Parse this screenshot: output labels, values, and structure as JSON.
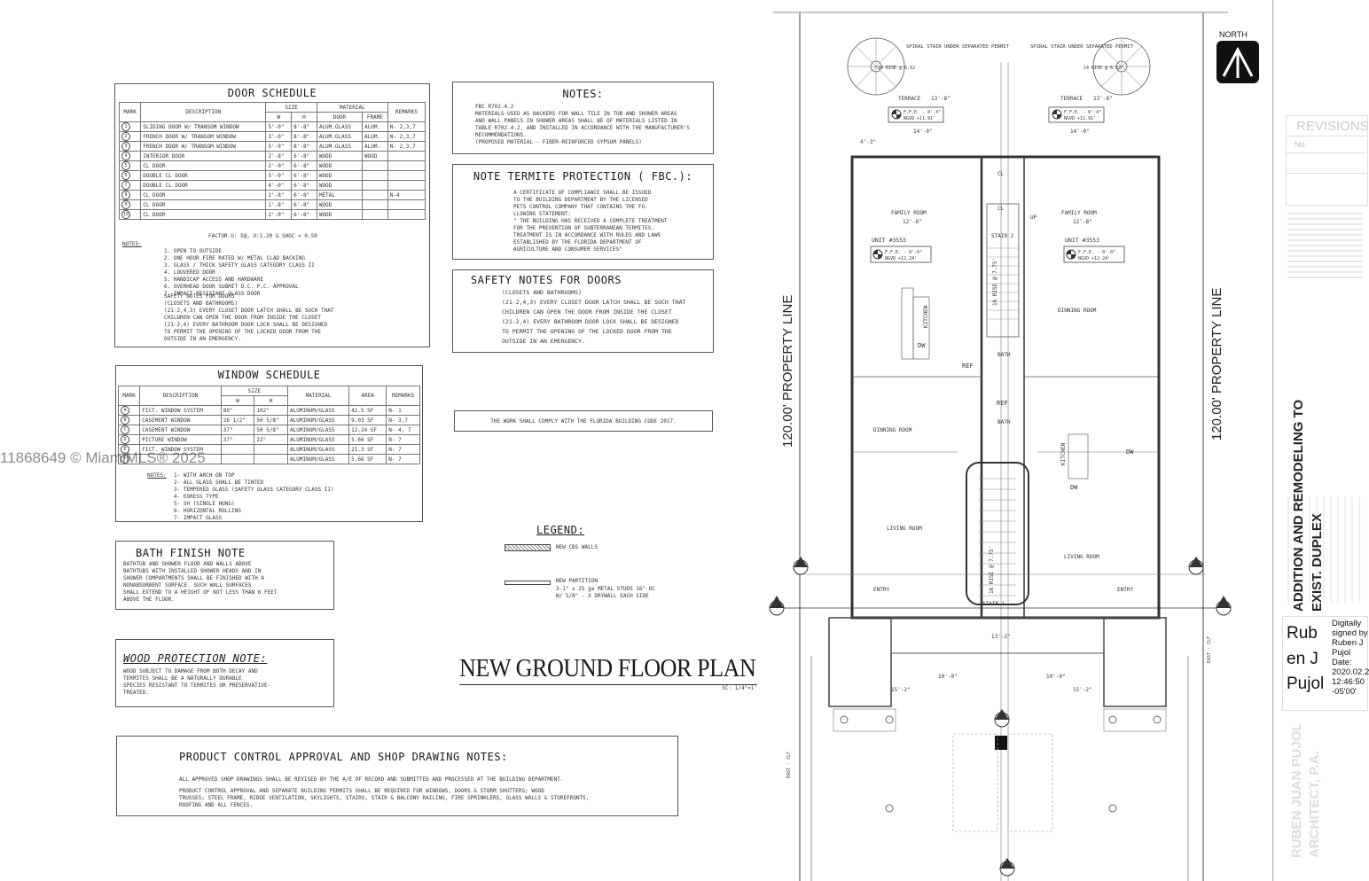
{
  "door_schedule": {
    "title": "DOOR SCHEDULE",
    "headers": {
      "mark": "MARK",
      "description": "DESCRIPTION",
      "size": "SIZE",
      "w": "W",
      "h": "H",
      "material": "MATERIAL",
      "door": "DOOR",
      "frame": "FRAME",
      "remarks": "REMARKS"
    },
    "rows": [
      {
        "mark": "1",
        "description": "SLIDING DOOR W/ TRANSOM WINDOW",
        "w": "5'-0\"",
        "h": "8'-8\"",
        "door": "ALUM.GLASS",
        "frame": "ALUM.",
        "remarks": "N- 2,3,7"
      },
      {
        "mark": "2",
        "description": "FRENCH DOOR W/ TRANSOM WINDOW",
        "w": "3'-0\"",
        "h": "8'-8\"",
        "door": "ALUM.GLASS",
        "frame": "ALUM.",
        "remarks": "N- 2,3,7"
      },
      {
        "mark": "3",
        "description": "FRENCH DOOR W/ TRANSOM WINDOW",
        "w": "5'-0\"",
        "h": "8'-8\"",
        "door": "ALUM.GLASS",
        "frame": "ALUM.",
        "remarks": "N- 2,3,7"
      },
      {
        "mark": "4",
        "description": "INTERIOR DOOR",
        "w": "2'-8\"",
        "h": "6'-8\"",
        "door": "WOOD",
        "frame": "WOOD",
        "remarks": ""
      },
      {
        "mark": "5",
        "description": "CL DOOR",
        "w": "2'-0\"",
        "h": "6'-8\"",
        "door": "WOOD",
        "frame": "",
        "remarks": ""
      },
      {
        "mark": "6",
        "description": "DOUBLE CL DOOR",
        "w": "5'-0\"",
        "h": "6'-8\"",
        "door": "WOOD",
        "frame": "",
        "remarks": ""
      },
      {
        "mark": "7",
        "description": "DOUBLE CL DOOR",
        "w": "4'-0\"",
        "h": "6'-8\"",
        "door": "WOOD",
        "frame": "",
        "remarks": ""
      },
      {
        "mark": "8",
        "description": "CL DOOR",
        "w": "2'-8\"",
        "h": "6'-8\"",
        "door": "METAL",
        "frame": "",
        "remarks": "N-4"
      },
      {
        "mark": "9",
        "description": "CL DOOR",
        "w": "1'-8\"",
        "h": "6'-8\"",
        "door": "WOOD",
        "frame": "",
        "remarks": ""
      },
      {
        "mark": "10",
        "description": "CL DOOR",
        "w": "2'-0\"",
        "h": "6'-8\"",
        "door": "WOOD",
        "frame": "",
        "remarks": ""
      }
    ],
    "factor": "FACTOR U: 5@, U:1.20 & SHGC < 0.50",
    "notes_label": "NOTES:",
    "notes": [
      "1. OPEN TO OUTSIDE",
      "2. ONE HOUR FIRE RATED W/ METAL CLAD BACKING",
      "3. GLASS / THICK SAFETY GLASS CATEGORY CLASS II",
      "4. LOUVERED DOOR",
      "5. HANDICAP ACCESS AND HARDWARE",
      "6. OVERHEAD DOOR SUBMIT D.C. P.C. APPROVAL",
      "7. IMPACT RESISTANT GLASS DOOR"
    ],
    "safety": [
      "SAFETY NOTES FOR DOORS",
      "(CLOSETS AND BATHROOMS)",
      "(21-2,4,3) EVERY CLOSET DOOR LATCH SHALL BE SUCH THAT",
      "CHILDREN CAN OPEN THE DOOR FROM INSIDE THE CLOSET",
      "(21-2,4) EVERY BATHROOM DOOR LOCK SHALL BE DESIGNED",
      "TO PERMIT THE OPENING OF THE LOCKED DOOR FROM THE",
      "OUTSIDE IN AN EMERGENCY."
    ]
  },
  "window_schedule": {
    "title": "WINDOW SCHEDULE",
    "headers": {
      "mark": "MARK",
      "description": "DESCRIPTION",
      "size": "SIZE",
      "w": "W",
      "h": "H",
      "material": "MATERIAL",
      "area": "AREA",
      "remarks": "REMARKS"
    },
    "rows": [
      {
        "mark": "A",
        "description": "FICT. WINDOW SYSTEM",
        "w": "80\"",
        "h": "102\"",
        "material": "ALUMINUM/GLASS",
        "area": "42.5 SF",
        "remarks": "N- 1"
      },
      {
        "mark": "B",
        "description": "CASEMENT WINDOW",
        "w": "26 1/2\"",
        "h": "50 5/8\"",
        "material": "ALUMINUM/GLASS",
        "area": "9.03 SF",
        "remarks": "N- 3,7"
      },
      {
        "mark": "C",
        "description": "CASEMENT WINDOW",
        "w": "37\"",
        "h": "50 5/8\"",
        "material": "ALUMINUM/GLASS",
        "area": "12.24 SF",
        "remarks": "N- 4, 7"
      },
      {
        "mark": "D",
        "description": "PICTURE WINDOW",
        "w": "37\"",
        "h": "22\"",
        "material": "ALUMINUM/GLASS",
        "area": "5.66 SF",
        "remarks": "N- 7"
      },
      {
        "mark": "E",
        "description": "FICT. WINDOW SYSTEM",
        "w": "",
        "h": "",
        "material": "ALUMINUM/GLASS",
        "area": "21.3 SF",
        "remarks": "N- 7"
      },
      {
        "mark": "F",
        "description": "",
        "w": "",
        "h": "",
        "material": "ALUMINUM/GLASS",
        "area": "5.66 SF",
        "remarks": "N- 7"
      }
    ],
    "notes_label": "NOTES:",
    "notes": [
      "1- WITH ARCH ON TOP",
      "2- ALL GLASS SHALL BE TINTED",
      "3- TEMPERED GLASS (SAFETY GLASS CATEGORY CLASS II)",
      "4- EGRESS TYPE",
      "5- SH (SINGLE HUNG)",
      "6- HORIZONTAL ROLLING",
      "7- IMPACT GLASS"
    ]
  },
  "notes_box": {
    "title": "NOTES:",
    "lines": [
      "FBC R702.4.2",
      "MATERIALS USED AS BACKERS FOR WALL TILE IN TUB AND SHOWER AREAS",
      "AND WALL PANELS IN SHOWER AREAS SHALL BE OF MATERIALS LISTED IN",
      "TABLE R702.4.2, AND INSTALLED IN ACCORDANCE WITH THE MANUFACTURER'S",
      "RECOMMENDATIONS.",
      "(PROPOSED MATERIAL - FIBER-REINFORCED GYPSUM PANELS)"
    ]
  },
  "termite": {
    "title": "NOTE TERMITE PROTECTION ( FBC.):",
    "lines": [
      "A CERTIFICATE OF COMPLIANCE SHALL BE ISSUED",
      "TO THE BUILDING DEPARTMENT BY THE LICENSED",
      "PETS CONTROL COMPANY THAT CONTAINS THE FO-",
      "LLOWING STATEMENT:",
      "\" THE BUILDING HAS RECEIVED A COMPLETE TREATMENT",
      "FOR THE PREVENTION OF SUBTERRANEAN TERMITES.",
      "TREATMENT IS IN ACCORDANCE WITH RULES AND LAWS",
      "ESTABLISHED BY THE FLORIDA DEPARTMENT OF",
      "AGRICULTURE AND CONSUMER SERVICES\""
    ]
  },
  "safety_doors": {
    "title": "SAFETY NOTES FOR DOORS",
    "lines": [
      "(CLOSETS AND BATHROOMS)",
      "(21-2,4,3) EVERY CLOSET DOOR LATCH SHALL BE SUCH THAT",
      "CHILDREN CAN OPEN THE DOOR FROM INSIDE THE CLOSET",
      "(21-2,4) EVERY BATHROOM DOOR LOCK SHALL BE DESIGNED",
      "TO PERMIT THE OPENING OF THE LOCKED DOOR FROM THE",
      "OUTSIDE IN AN EMERGENCY."
    ]
  },
  "code_note": "THE WORK SHALL COMPLY WITH THE FLORIDA BUILDING CODE 2017.",
  "legend": {
    "title": "LEGEND:",
    "cbs": "NEW CBS WALLS",
    "partition": "NEW PARTITION",
    "partition_detail_1": "3-1\" x 25 ga METAL STUDS 16\" OC",
    "partition_detail_2": "W/ 5/8\" - X DRYWALL EACH SIDE"
  },
  "bath": {
    "title": "BATH FINISH NOTE",
    "lines": [
      "BATHTUB AND SHOWER FLOOR AND WALLS ABOVE",
      "BATHTUBS WITH INSTALLED SHOWER HEADS AND IN",
      "SHOWER COMPARTMENTS SHALL BE FINISHED WITH A",
      "NONABSORBENT SURFACE. SUCH WALL SURFACES",
      "SHALL EXTEND TO A HEIGHT OF NOT LESS THAN 6 FEET",
      "ABOVE THE FLOOR."
    ]
  },
  "wood": {
    "title": "WOOD PROTECTION NOTE:",
    "lines": [
      "WOOD SUBJECT TO DAMAGE FROM BOTH DECAY AND",
      "TERMITES SHALL BE A NATURALLY DURABLE",
      "SPECIES RESISTANT TO TERMITES OR PRESERVATIVE-",
      "TREATED."
    ]
  },
  "plan_title": "NEW GROUND FLOOR PLAN",
  "scale": "SC: 1/4\"=1'",
  "product": {
    "title": "PRODUCT CONTROL APPROVAL AND SHOP DRAWING NOTES:",
    "line1": "ALL APPROVED SHOP DRAWINGS SHALL BE REVISED BY THE A/E OF RECORD AND SUBMITTED AND PROCESSED AT THE BUILDING DEPARTMENT.",
    "line2": "PRODUCT CONTROL APPROVAL AND SEPARATE BUILDING PERMITS SHALL BE REQUIRED FOR WINDOWS, DOORS & STORM SHUTTERS; WOOD",
    "line3": "TRUSSES; STEEL FRAME, RIDGE VENTILATION, SKYLIGHTS, STAIRS, STAIR & BALCONY RAILING, FIRE SPRINKLERS, GLASS WALLS & STOREFRONTS,",
    "line4": "ROOFING AND ALL FENCES."
  },
  "watermark": "11868649 © MiamiMLS® 2025",
  "plan": {
    "property_line_left": "120.00'  PROPERTY  LINE",
    "property_line_right": "120.00'  PROPERTY  LINE",
    "north": "NORTH",
    "spiral_left": "SPIRAL STAIR UNDER SEPARATED PERMIT",
    "spiral_right": "SPIRAL STAIR UNDER SEPARATED PERMIT",
    "rise": "14 RISE @ 6.52",
    "terrace": "TERRACE",
    "terrace_dim": "13'-8\"",
    "ffe_top": "F.F.E. - 0'-4\"",
    "ngvd_top": "NGVD +11.91'",
    "unit_left": "UNIT #3555",
    "unit_right": "UNIT #3553",
    "ffe_unit": "F.F.E. - 0'-0\"",
    "ngvd_unit": "NGVD +12.24'",
    "family_room": "FAMILY ROOM",
    "family_dim": "12'-8\"",
    "kitchen": "KITCHEN",
    "dw": "DW",
    "ref": "REF",
    "bath": "BATH",
    "dinning_room": "DINNING ROOM",
    "living_room": "LIVING ROOM",
    "entry": "ENTRY",
    "cl": "CL",
    "stair_2": "STAIR 2",
    "stair_1": "STAIR 1",
    "up": "UP",
    "stair_rise_top": "16 RISE @ 7.75'",
    "stair_rise_bottom": "16 RISE @ 7.75'",
    "east_clf": "EAST - CLF",
    "dim_left_1": "4'-3\"",
    "dim_left_2": "14'-0\"",
    "dim_mid": "13'-2\"",
    "dim_bottom": "15'-2\"",
    "dim_bottom_2": "10'-0\""
  },
  "title_block": {
    "revisions": "REVISIONS",
    "rev_no": "No.",
    "project_1": "ADDITION AND REMODELING TO",
    "project_2": "EXIST. DUPLEX",
    "signature_big_1": "Rub",
    "signature_big_2": "en J",
    "signature_big_3": "Pujol",
    "signed_1": "Digitally",
    "signed_2": "signed by",
    "signed_3": "Ruben J",
    "signed_4": "Pujol",
    "signed_5": "Date:",
    "signed_6": "2020.02.2",
    "signed_7": "12:46:50",
    "signed_8": "-05'00'",
    "firm_1": "RUBEN JUAN PUJOL",
    "firm_2": "ARCHITECT, P.A."
  }
}
